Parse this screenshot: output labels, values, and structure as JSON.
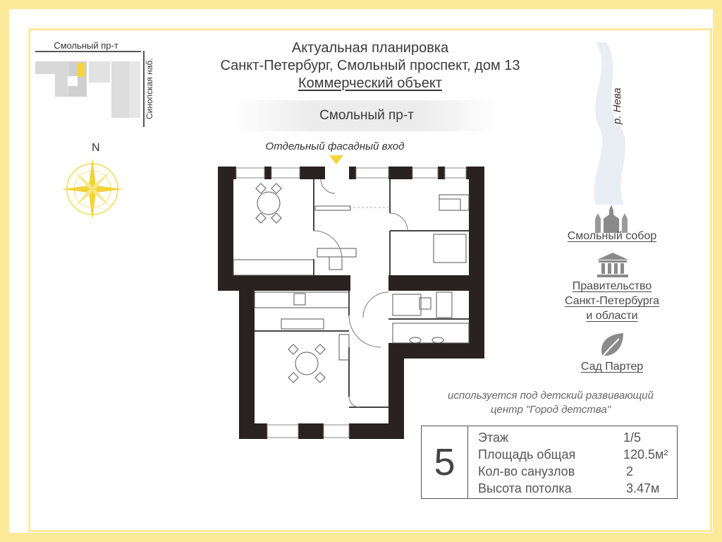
{
  "header": {
    "line1": "Актуальная планировка",
    "line2": "Санкт-Петербург, Смольный проспект, дом 13",
    "line3": "Коммерческий объект"
  },
  "street": "Смольный пр-т",
  "entrance": "Отдельный фасадный вход",
  "mini_map": {
    "street": "Смольный пр-т",
    "embankment": "Синопская наб."
  },
  "compass": {
    "north": "N"
  },
  "river": "р. Нева",
  "landmarks": [
    {
      "label": "Смольный собор",
      "icon": "cathedral-icon"
    },
    {
      "label_lines": [
        "Правительство",
        "Санкт-Петербурга",
        "и области"
      ],
      "icon": "government-building-icon"
    },
    {
      "label": "Сад Партер",
      "icon": "leaf-icon"
    }
  ],
  "usage_note": {
    "line1": "используется под детский развивающий",
    "line2": "центр \"Город детства\""
  },
  "info": {
    "floor_number": "5",
    "rows": [
      {
        "label": "Этаж",
        "value": "1/5"
      },
      {
        "label": "Площадь общая",
        "value": "120.5м²"
      },
      {
        "label": "Кол-во санузлов",
        "value": "2"
      },
      {
        "label": "Высота потолка",
        "value": "3.47м"
      }
    ]
  },
  "colors": {
    "frame": "#fce99a",
    "accent": "#f5d53a",
    "wall": "#2a2222",
    "text": "#3a3a3a"
  }
}
